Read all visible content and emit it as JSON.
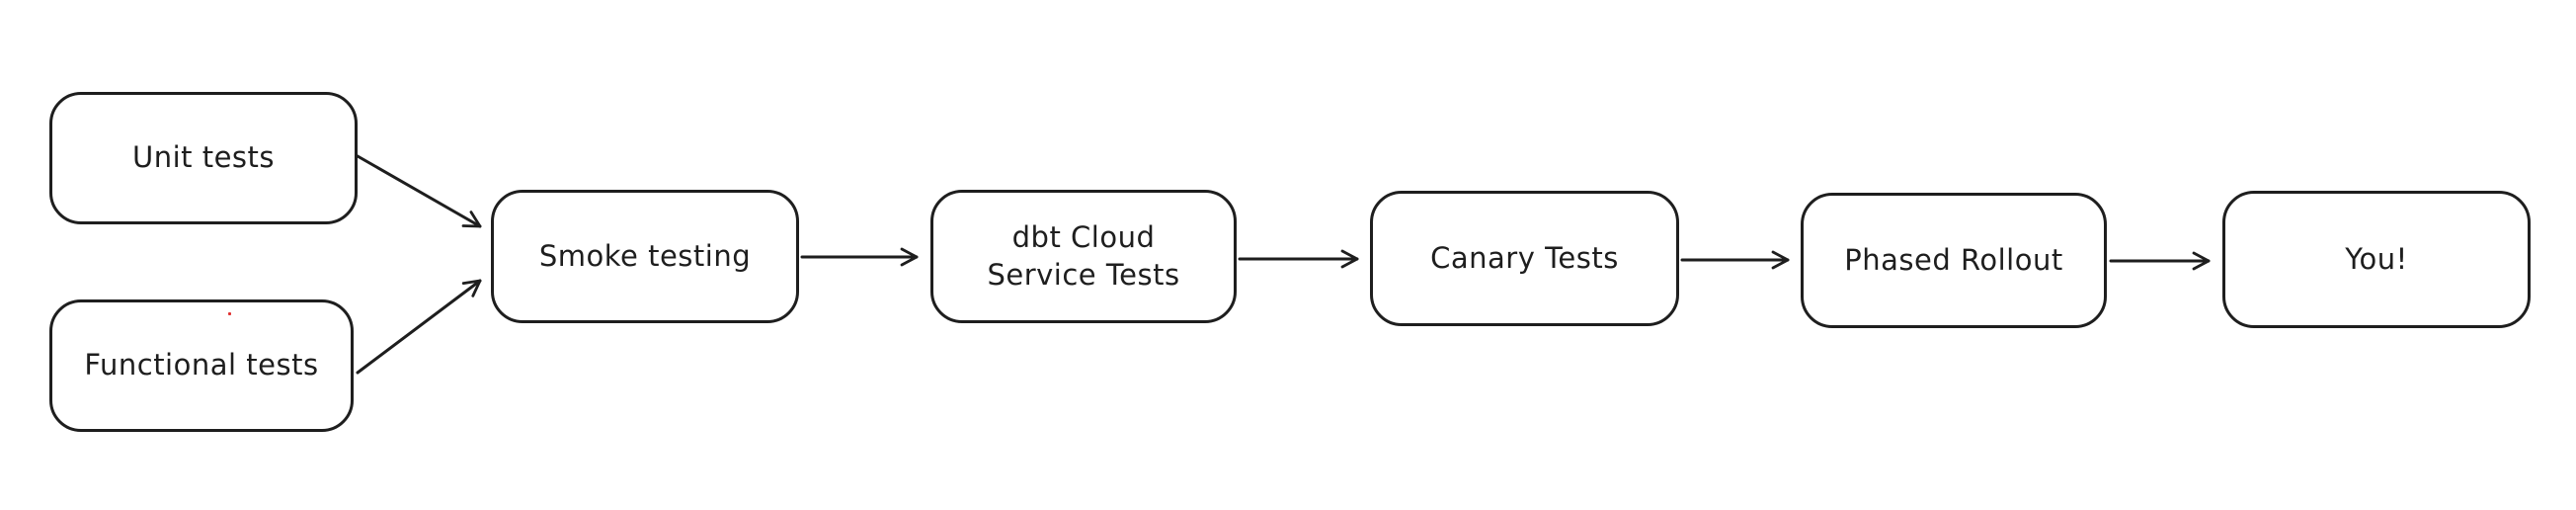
{
  "diagram": {
    "type": "flowchart",
    "style": "hand-drawn",
    "direction": "left-to-right",
    "stroke_color": "#1e1e1e",
    "background_color": "#ffffff",
    "stray_dot_color": "#e03131",
    "nodes": [
      {
        "id": "unit-tests",
        "label": "Unit tests"
      },
      {
        "id": "functional-tests",
        "label": "Functional tests"
      },
      {
        "id": "smoke-testing",
        "label": "Smoke testing"
      },
      {
        "id": "dbt-cloud-service-tests",
        "label": "dbt Cloud\nService Tests"
      },
      {
        "id": "canary-tests",
        "label": "Canary Tests"
      },
      {
        "id": "phased-rollout",
        "label": "Phased Rollout"
      },
      {
        "id": "you",
        "label": "You!"
      }
    ],
    "edges": [
      {
        "from": "unit-tests",
        "to": "smoke-testing"
      },
      {
        "from": "functional-tests",
        "to": "smoke-testing"
      },
      {
        "from": "smoke-testing",
        "to": "dbt-cloud-service-tests"
      },
      {
        "from": "dbt-cloud-service-tests",
        "to": "canary-tests"
      },
      {
        "from": "canary-tests",
        "to": "phased-rollout"
      },
      {
        "from": "phased-rollout",
        "to": "you"
      }
    ]
  }
}
